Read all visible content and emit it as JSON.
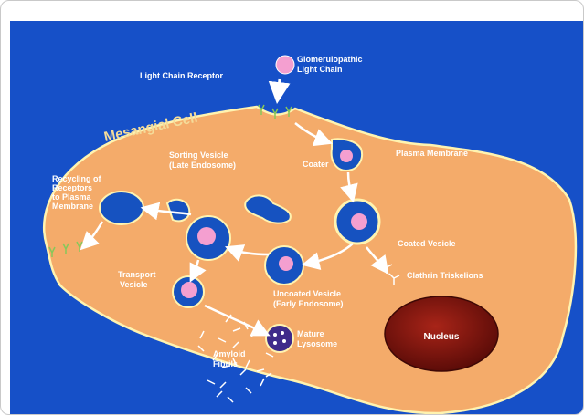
{
  "colors": {
    "background": "#1650c8",
    "cell_fill": "#f4ab6a",
    "cell_outline": "#fff3b0",
    "vesicle_fill": "#1652c0",
    "ligand": "#f49fd0",
    "receptor": "#86c85a",
    "nucleus": "#7a1410",
    "label_text": "#ffffff"
  },
  "labels": {
    "mesangial_cell": "Mesangial Cell",
    "light_chain_receptor": "Light Chain Receptor",
    "glomerulopathic_1": "Glomerulopathic",
    "glomerulopathic_2": "Light Chain",
    "plasma_membrane": "Plasma Membrane",
    "coater": "Coater",
    "coated_vesicle": "Coated Vesicle",
    "clathrin_triskelions": "Clathrin Triskelions",
    "sorting_vesicle_1": "Sorting Vesicle",
    "sorting_vesicle_2": "(Late Endosome)",
    "recycling_1": "Recycling of",
    "recycling_2": "Receptors",
    "recycling_3": "to Plasma",
    "recycling_4": "Membrane",
    "transport_vesicle_1": "Transport",
    "transport_vesicle_2": "Vesicle",
    "uncoated_vesicle_1": "Uncoated Vesicle",
    "uncoated_vesicle_2": "(Early Endosome)",
    "mature_lysosome_1": "Mature",
    "mature_lysosome_2": "Lysosome",
    "amyloid_1": "Amyloid",
    "amyloid_2": "Fibrils",
    "nucleus": "Nucleus"
  }
}
